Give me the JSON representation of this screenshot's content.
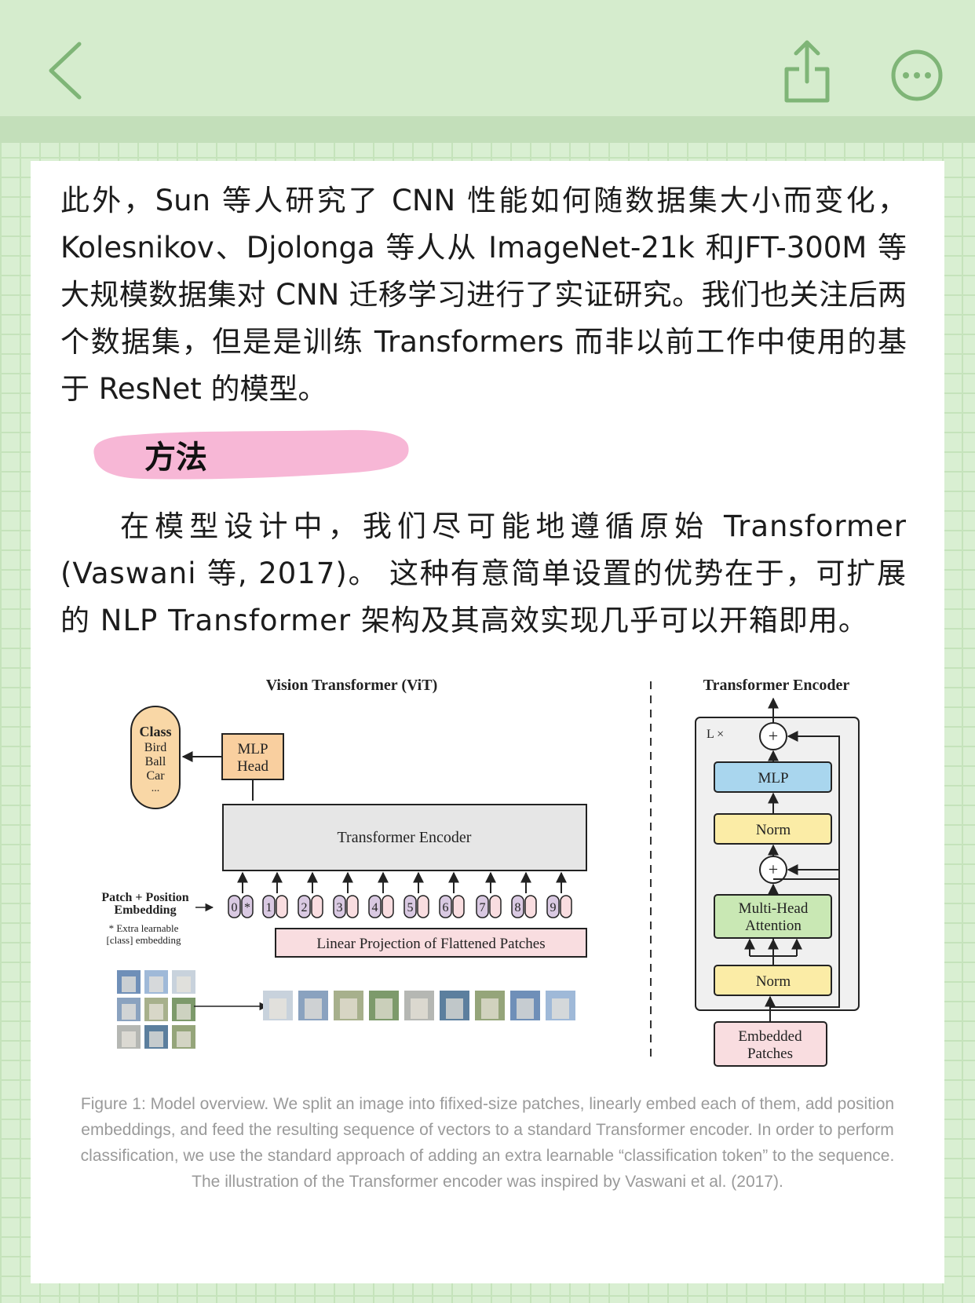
{
  "paragraphs": {
    "p1": "此外，Sun 等人研究了 CNN 性能如何随数据集大小而变化，Kolesnikov、Djolonga 等人从 ImageNet-21k 和JFT-300M 等大规模数据集对 CNN 迁移学习进行了实证研究。我们也关注后两个数据集，但是是训练 Transformers 而非以前工作中使用的基于 ResNet 的模型。",
    "p2": "在模型设计中，我们尽可能地遵循原始 Transformer (Vaswani 等, 2017)。 这种有意简单设置的优势在于，可扩展的 NLP Transformer 架构及其高效实现几乎可以开箱即用。"
  },
  "section_heading": "方法",
  "figure": {
    "vit_title": "Vision Transformer (ViT)",
    "class_label": "Class",
    "classes": [
      "Bird",
      "Ball",
      "Car",
      "..."
    ],
    "mlp_head": [
      "MLP",
      "Head"
    ],
    "transformer_encoder": "Transformer Encoder",
    "patch_embedding": [
      "Patch + Position",
      "Embedding"
    ],
    "extra_learnable": [
      "* Extra learnable",
      "[class] embedding"
    ],
    "position_tokens": [
      "0",
      "1",
      "2",
      "3",
      "4",
      "5",
      "6",
      "7",
      "8",
      "9"
    ],
    "class_token_mark": "*",
    "linear_projection": "Linear Projection of Flattened Patches",
    "encoder_title": "Transformer Encoder",
    "lx": "L ×",
    "mlp": "MLP",
    "norm": "Norm",
    "mha": [
      "Multi-Head",
      "Attention"
    ],
    "embedded_patches": [
      "Embedded",
      "Patches"
    ],
    "plus": "+",
    "colors": {
      "class_fill": "#f9d7a6",
      "mlp_head_fill": "#f9cf9f",
      "encoder_fill": "#e6e6e6",
      "token_fill": "#d9c9e2",
      "linear_fill": "#f9dde0",
      "mlp_fill": "#a9d6ee",
      "norm_fill": "#fbeca6",
      "mha_fill": "#c9e8b4",
      "embedded_fill": "#f9dde0",
      "heading_highlight": "#f7b7d6"
    }
  },
  "caption": "Figure 1: Model overview. We split an image into fifixed-size patches, linearly embed each of them, add position embeddings, and feed the resulting sequence of vectors to a standard Transformer encoder. In order to perform classification, we use the standard approach of adding an extra learnable “classification token” to the sequence. The illustration of the Transformer encoder was inspired by Vaswani et al. (2017)."
}
